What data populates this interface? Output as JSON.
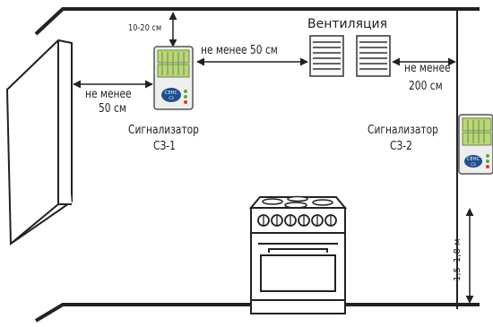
{
  "labels": {
    "ventilation": "Вентиляция",
    "dist_ceiling": "10-20 см",
    "dist_vent_a": "не менее 50 см",
    "dist_window_1": "не менее",
    "dist_window_2": "50 см",
    "dist_vent_b1": "не менее",
    "dist_vent_b2": "200 см",
    "alarm1_1": "Сигнализатор",
    "alarm1_2": "СЗ-1",
    "alarm2_1": "Сигнализатор",
    "alarm2_2": "СЗ-2",
    "height": "1,5–1,8 м"
  },
  "device": {
    "brand_1": "СЕНС",
    "brand_2": "СЗ"
  }
}
